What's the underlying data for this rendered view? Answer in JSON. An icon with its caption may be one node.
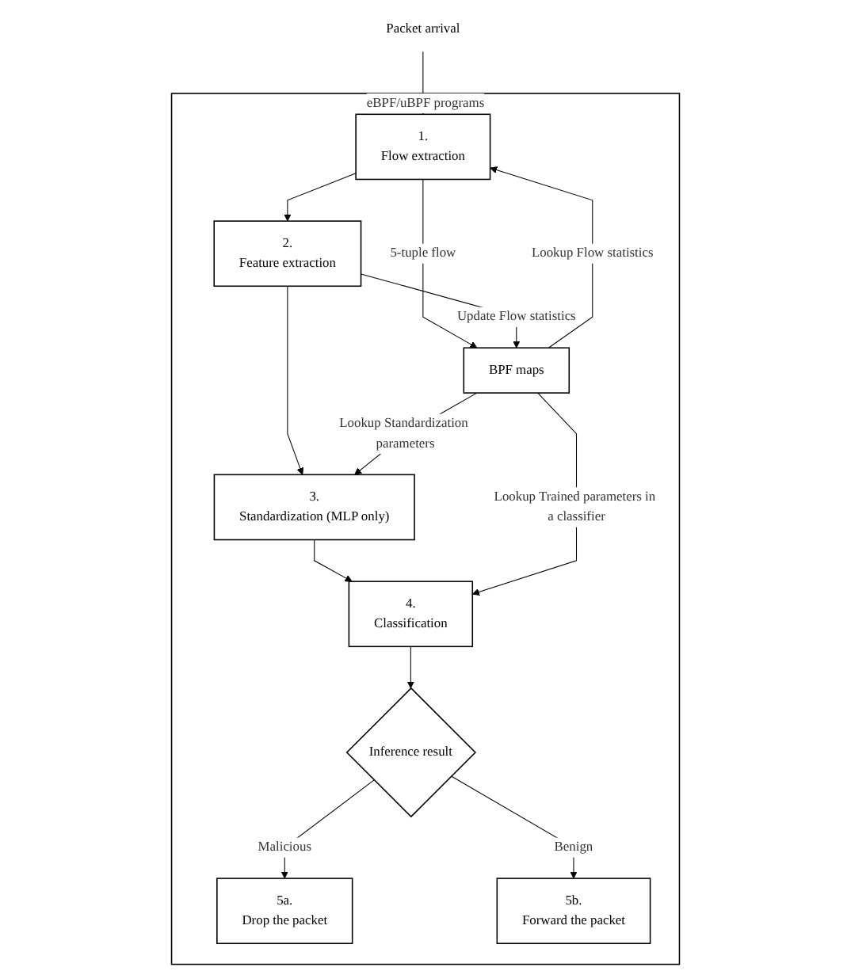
{
  "diagram": {
    "nodes": [
      {
        "text": [
          "Packet arrival"
        ]
      },
      {
        "text": [
          "eBPF/uBPF programs"
        ]
      },
      {
        "text": [
          "BPF maps"
        ],
        "in": 1
      },
      {
        "text": [
          "1.",
          "Flow extraction"
        ],
        "in": 1
      },
      {
        "text": [
          "2.",
          "Feature extraction"
        ],
        "in": 1
      },
      {
        "text": [
          "3.",
          "Standardization (MLP only)"
        ],
        "in": 1
      },
      {
        "text": [
          "4.",
          "Classification"
        ],
        "in": 1
      },
      {
        "text": [
          "Inference result"
        ],
        "in": 1
      },
      {
        "text": [
          "5a.",
          "Drop the packet"
        ],
        "in": 1
      },
      {
        "text": [
          "5b.",
          "Forward the packet"
        ],
        "in": 1
      }
    ],
    "edges": [
      {
        "from": 0,
        "to": 3,
        "arrow": "to"
      },
      {
        "from": 3,
        "to": 2,
        "label": "5-tuple flow",
        "arrow": "to"
      },
      {
        "from": 2,
        "to": 3,
        "label": "Lookup Flow statistics",
        "arrow": "to"
      },
      {
        "from": 3,
        "to": 4,
        "arrow": "to"
      },
      {
        "from": 4,
        "to": 2,
        "label": "Update Flow statistics",
        "arrow": "to"
      },
      {
        "from": 4,
        "to": 5,
        "arrow": "to"
      },
      {
        "from": 2,
        "to": 5,
        "label": "Lookup Standardization parameters",
        "arrow": "to"
      },
      {
        "from": 5,
        "to": 6,
        "arrow": "to"
      },
      {
        "from": 2,
        "to": 6,
        "label": "Lookup Trained parameters in a classifier",
        "arrow": "to"
      },
      {
        "from": 6,
        "to": 7,
        "arrow": "to"
      },
      {
        "from": 7,
        "to": 8,
        "label": "Malicious",
        "arrow": "to"
      },
      {
        "from": 7,
        "to": 9,
        "label": "Benign",
        "arrow": "to"
      }
    ]
  }
}
